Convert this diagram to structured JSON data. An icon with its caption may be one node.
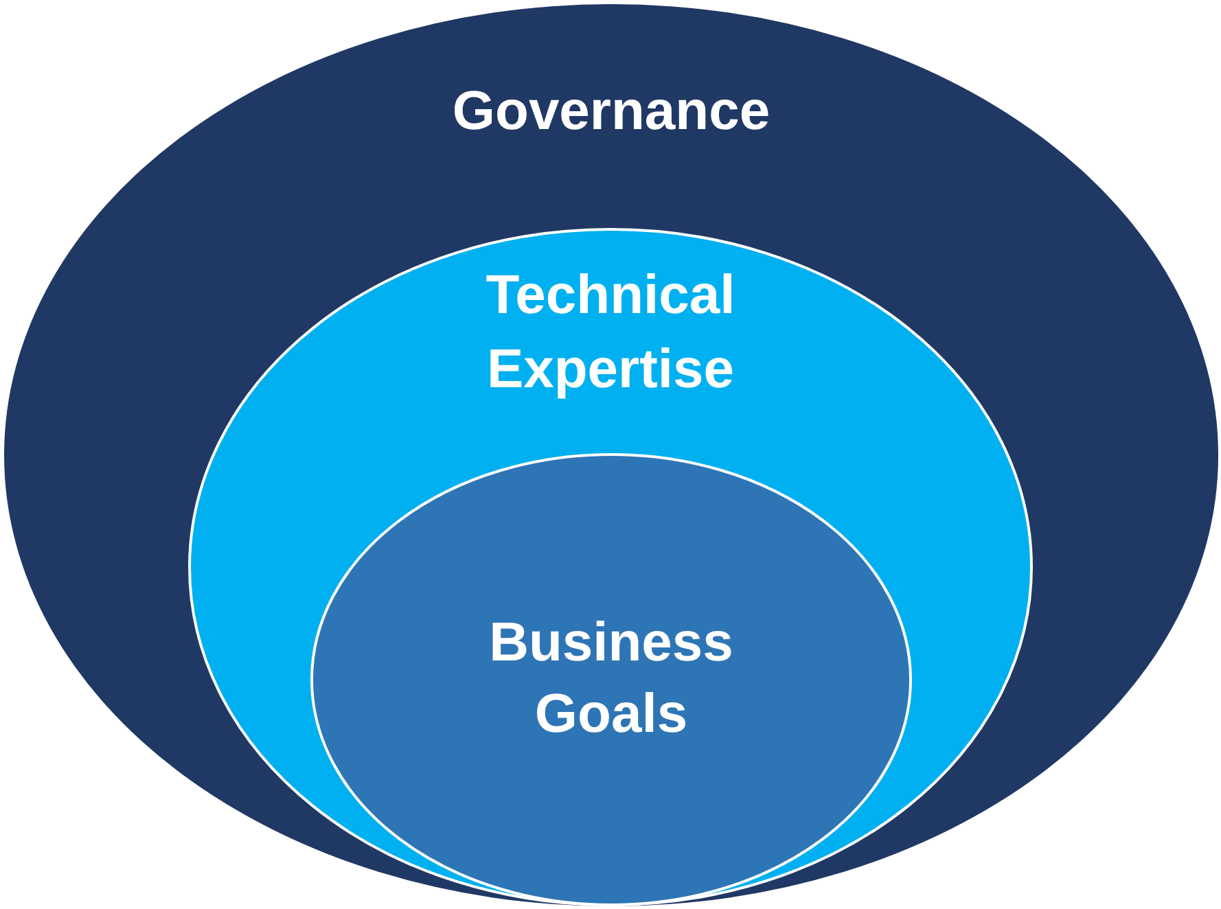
{
  "diagram": {
    "nodes": [
      {
        "text": [
          "Governance"
        ]
      },
      {
        "text": [
          "Technical Expertise"
        ],
        "in": 0
      },
      {
        "text": [
          "Business Goals"
        ],
        "in": 1
      }
    ]
  }
}
